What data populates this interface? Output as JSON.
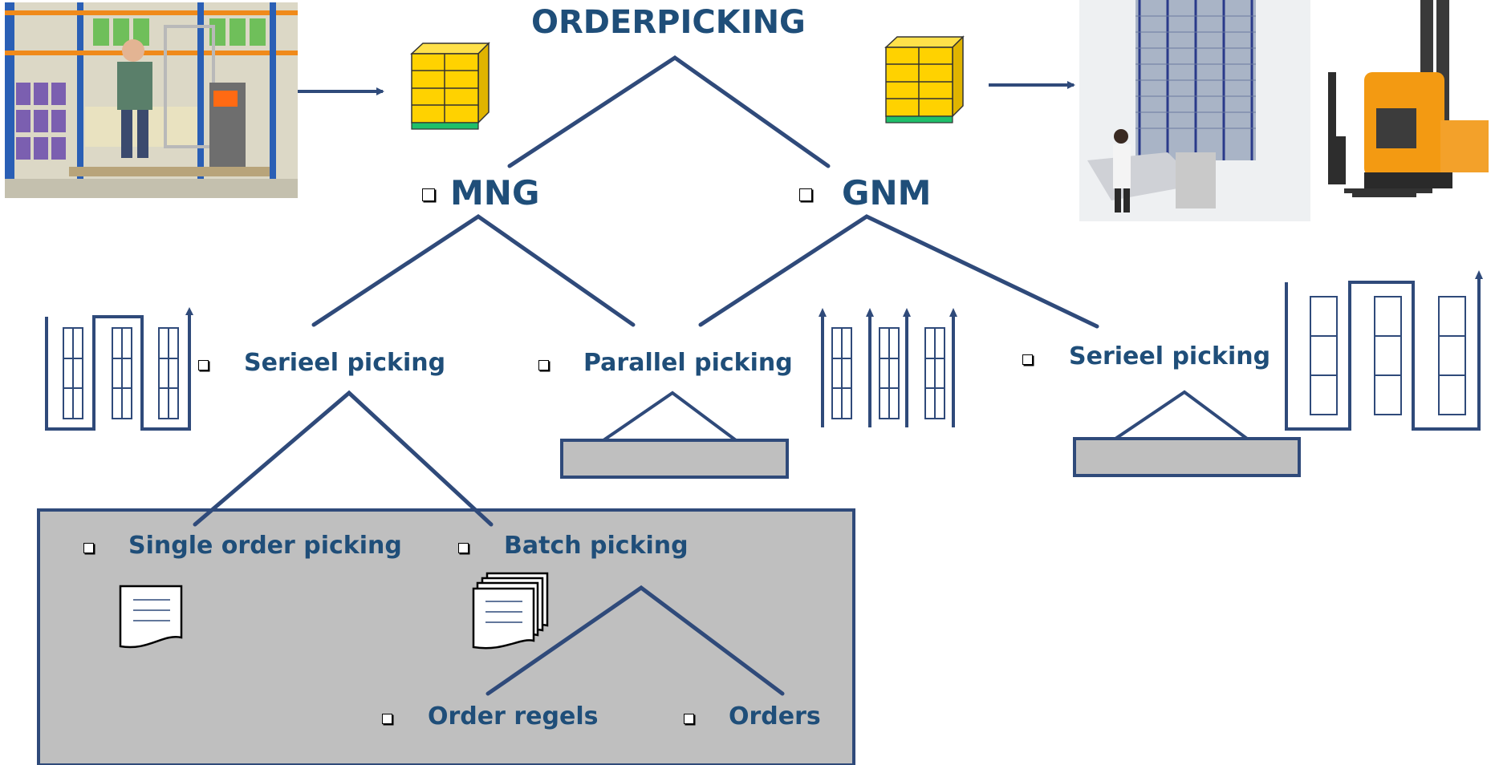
{
  "title": "ORDERPICKING",
  "level1": {
    "left": "MNG",
    "right": "GNM"
  },
  "level2": {
    "serial_left": "Serieel picking",
    "parallel": "Parallel picking",
    "serial_right": "Serieel picking"
  },
  "level3": {
    "single": "Single order picking",
    "batch": "Batch picking"
  },
  "level4": {
    "lines": "Order regels",
    "orders": "Orders"
  },
  "colors": {
    "accent": "#1f4e79",
    "panel": "#bfbfbf",
    "pallet_box": "#ffd200",
    "pallet_base": "#1fbf6a"
  },
  "icons": [
    "pallet-icon",
    "rack-layout-icon",
    "conveyor-icon",
    "document-icon",
    "stacked-documents-icon",
    "checkbox-square-icon"
  ]
}
